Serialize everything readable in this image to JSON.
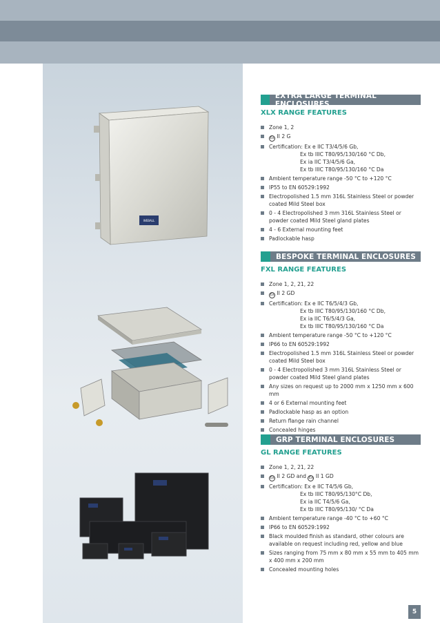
{
  "sections": [
    {
      "title": "EXTRA LARGE TERMINAL ENCLOSURES",
      "range": "XLX RANGE FEATURES",
      "items": [
        {
          "text": "Zone 1, 2"
        },
        {
          "text": "II 2 G",
          "atex": true
        },
        {
          "text": "Certification: Ex e IIC T3/4/5/6 Gb,",
          "cont": [
            "Ex tb IIIC T80/95/130/160 °C Db,",
            "Ex ia IIC T3/4/5/6 Ga,",
            "Ex tb IIIC T80/95/130/160 °C Da"
          ]
        },
        {
          "text": "Ambient temperature range -50 °C to +120 °C"
        },
        {
          "text": "IP55 to EN 60529:1992"
        },
        {
          "text": "Electropolished 1.5 mm 316L Stainless Steel or powder coated Mild Steel box"
        },
        {
          "text": "0 - 4 Electropolished 3 mm 316L Stainless Steel or powder coated Mild Steel gland plates"
        },
        {
          "text": "4 - 6 External mounting feet"
        },
        {
          "text": "Padlockable hasp"
        }
      ]
    },
    {
      "title": "BESPOKE TERMINAL ENCLOSURES",
      "range": "FXL RANGE FEATURES",
      "items": [
        {
          "text": "Zone 1, 2, 21, 22"
        },
        {
          "text": "II 2 GD",
          "atex": true
        },
        {
          "text": "Certification: Ex e IIC T6/5/4/3 Gb,",
          "cont": [
            "Ex tb IIIC T80/95/130/160 °C Db,",
            "Ex ia IIC T6/5/4/3 Ga,",
            "Ex tb IIIC T80/95/130/160 °C Da"
          ]
        },
        {
          "text": "Ambient temperature range -50 °C to +120 °C"
        },
        {
          "text": "IP66 to EN 60529:1992"
        },
        {
          "text": "Electropolished 1.5 mm 316L Stainless Steel or powder coated Mild Steel box"
        },
        {
          "text": "0 - 4 Electropolished 3 mm 316L Stainless Steel or powder coated Mild Steel gland plates"
        },
        {
          "text": "Any sizes on request up to 2000 mm x 1250 mm x 600 mm"
        },
        {
          "text": "4 or 6 External mounting feet"
        },
        {
          "text": "Padlockable hasp as an option"
        },
        {
          "text": "Return flange rain channel"
        },
        {
          "text": "Concealed hinges"
        }
      ]
    },
    {
      "title": "GRP TERMINAL ENCLOSURES",
      "range": "GL RANGE FEATURES",
      "items": [
        {
          "text": "Zone 1, 2, 21, 22"
        },
        {
          "text": "II 2 GD and",
          "atex": true,
          "after": "II 1 GD",
          "atex2": true
        },
        {
          "text": "Certification: Ex e IIC T4/5/6 Gb,",
          "cont": [
            "Ex tb IIIC T80/95/130°C Db,",
            "Ex ia IIC T4/5/6 Ga,",
            "Ex tb IIIC T80/95/130/ °C Da"
          ]
        },
        {
          "text": "Ambient temperature range -40 °C to +60 °C"
        },
        {
          "text": "IP66 to EN 60529:1992"
        },
        {
          "text": "Black moulded finish as standard, other colours are available on request including red, yellow and blue"
        },
        {
          "text": "Sizes ranging from 75 mm x 80 mm x 55 mm to 405 mm x 400 mm x 200 mm"
        },
        {
          "text": "Concealed mounting holes"
        }
      ]
    }
  ],
  "brand_label": "WEBALL",
  "page_number": "5",
  "colors": {
    "accent": "#23a090",
    "banner": "#6e7c88",
    "band": "#a8b4bf"
  }
}
